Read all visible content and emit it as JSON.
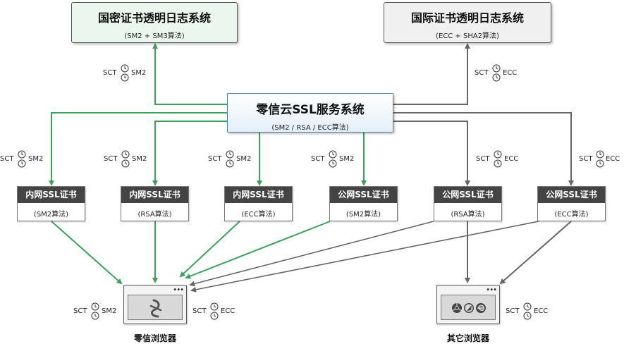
{
  "colors": {
    "green": "#3aa15a",
    "gray": "#666666"
  },
  "logs": {
    "cn": {
      "title": "国密证书透明日志系统",
      "sub": "(SM2 + SM3算法)"
    },
    "intl": {
      "title": "国际证书透明日志系统",
      "sub": "(ECC + SHA2算法)"
    }
  },
  "central": {
    "title": "零信云SSL服务系统",
    "sub": "(SM2 / RSA / ECC算法)"
  },
  "certs": [
    {
      "title": "内网SSL证书",
      "algo": "(SM2算法)"
    },
    {
      "title": "内网SSL证书",
      "algo": "(RSA算法)"
    },
    {
      "title": "内网SSL证书",
      "algo": "(ECC算法)"
    },
    {
      "title": "公网SSL证书",
      "algo": "(SM2算法)"
    },
    {
      "title": "公网SSL证书",
      "algo": "(RSA算法)"
    },
    {
      "title": "公网SSL证书",
      "algo": "(ECC算法)"
    }
  ],
  "sct": {
    "prefix": "SCT",
    "log_cn": "SM2",
    "log_intl": "ECC",
    "c1": "SM2",
    "c2": "SM2",
    "c3": "SM2",
    "c4": "SM2",
    "c5": "ECC",
    "c6": "ECC",
    "b1_left": "SM2",
    "b1_right": "ECC",
    "b2": "ECC"
  },
  "browsers": {
    "lingxin": {
      "label": "零信浏览器",
      "icon": "lingxin-logo-icon",
      "dots": "•••"
    },
    "other": {
      "label": "其它浏览器",
      "icons": [
        "chrome-icon",
        "safari-icon",
        "edge-icon"
      ],
      "dots": "•••"
    }
  }
}
